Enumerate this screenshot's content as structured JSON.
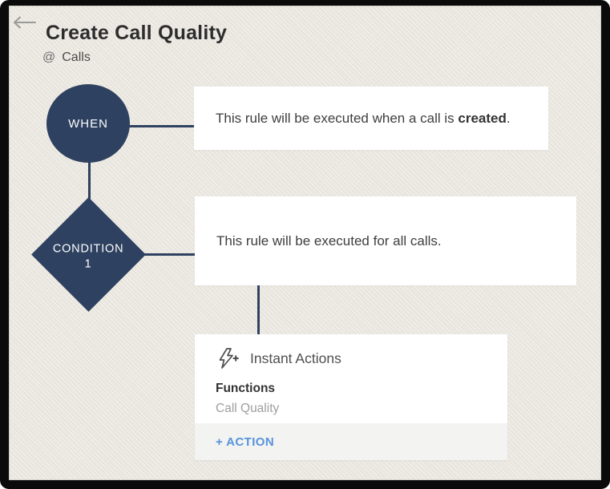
{
  "colors": {
    "node_navy": "#2e4160",
    "canvas_beige": "#ebe8e1",
    "frame_black": "#0b0b0b",
    "card_white": "#ffffff",
    "action_bar_gray": "#f3f3f1",
    "action_link_blue": "#5793dc"
  },
  "header": {
    "back_icon": "back-arrow-icon",
    "title": "Create Call Quality",
    "module_prefix": "@",
    "module_name": "Calls"
  },
  "when": {
    "node_label": "WHEN",
    "description_prefix": "This rule will be executed when a call is ",
    "description_bold": "created",
    "description_suffix": "."
  },
  "condition": {
    "node_label_line1": "CONDITION",
    "node_label_line2": "1",
    "description": "This rule will be executed for all calls."
  },
  "instant_actions": {
    "icon": "lightning-plus-icon",
    "title": "Instant Actions",
    "group_label": "Functions",
    "item_label": "Call Quality",
    "add_action_label": "+ ACTION"
  }
}
